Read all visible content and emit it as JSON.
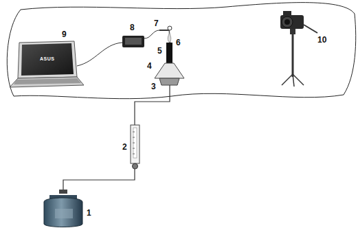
{
  "diagram": {
    "labels": [
      "1",
      "2",
      "3",
      "4",
      "5",
      "6",
      "7",
      "8",
      "9",
      "10",
      "ASUS"
    ]
  }
}
